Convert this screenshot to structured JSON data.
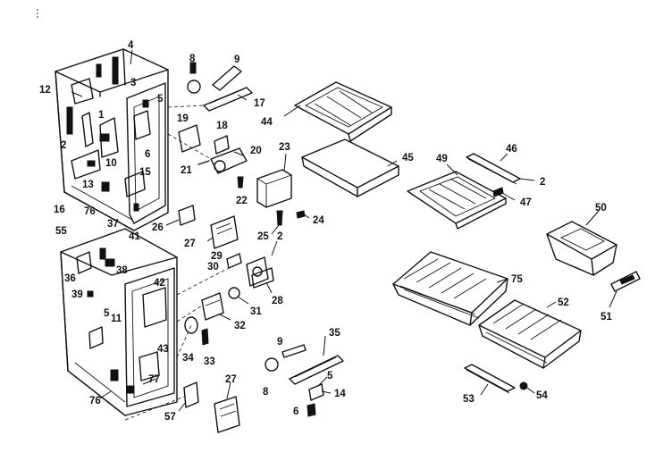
{
  "diagram": {
    "callouts": [
      {
        "id": "c4",
        "text": "4"
      },
      {
        "id": "c8a",
        "text": "8"
      },
      {
        "id": "c9a",
        "text": "9"
      },
      {
        "id": "c12",
        "text": "12"
      },
      {
        "id": "c3",
        "text": "3"
      },
      {
        "id": "c1",
        "text": "1"
      },
      {
        "id": "c5a",
        "text": "5"
      },
      {
        "id": "c2a",
        "text": "2"
      },
      {
        "id": "c6a",
        "text": "6"
      },
      {
        "id": "c10",
        "text": "10"
      },
      {
        "id": "c13",
        "text": "13"
      },
      {
        "id": "c15",
        "text": "15"
      },
      {
        "id": "c16",
        "text": "16"
      },
      {
        "id": "c76a",
        "text": "76"
      },
      {
        "id": "c17",
        "text": "17"
      },
      {
        "id": "c44",
        "text": "44"
      },
      {
        "id": "c19",
        "text": "19"
      },
      {
        "id": "c18",
        "text": "18"
      },
      {
        "id": "c20",
        "text": "20"
      },
      {
        "id": "c21",
        "text": "21"
      },
      {
        "id": "c22",
        "text": "22"
      },
      {
        "id": "c23",
        "text": "23"
      },
      {
        "id": "c45",
        "text": "45"
      },
      {
        "id": "c49",
        "text": "49"
      },
      {
        "id": "c46",
        "text": "46"
      },
      {
        "id": "c2b",
        "text": "2"
      },
      {
        "id": "c47",
        "text": "47"
      },
      {
        "id": "c24",
        "text": "24"
      },
      {
        "id": "c26",
        "text": "26"
      },
      {
        "id": "c27a",
        "text": "27"
      },
      {
        "id": "c25",
        "text": "25"
      },
      {
        "id": "c2c",
        "text": "2"
      },
      {
        "id": "c37",
        "text": "37"
      },
      {
        "id": "c55",
        "text": "55"
      },
      {
        "id": "c41",
        "text": "41"
      },
      {
        "id": "c36",
        "text": "36"
      },
      {
        "id": "c38",
        "text": "38"
      },
      {
        "id": "c39",
        "text": "39"
      },
      {
        "id": "c5b",
        "text": "5"
      },
      {
        "id": "c42",
        "text": "42"
      },
      {
        "id": "c11",
        "text": "11"
      },
      {
        "id": "c43",
        "text": "43"
      },
      {
        "id": "c29",
        "text": "29"
      },
      {
        "id": "c30",
        "text": "30"
      },
      {
        "id": "c28",
        "text": "28"
      },
      {
        "id": "c31",
        "text": "31"
      },
      {
        "id": "c32",
        "text": "32"
      },
      {
        "id": "c34",
        "text": "34"
      },
      {
        "id": "c33",
        "text": "33"
      },
      {
        "id": "c50",
        "text": "50"
      },
      {
        "id": "c75",
        "text": "75"
      },
      {
        "id": "c52",
        "text": "52"
      },
      {
        "id": "c51",
        "text": "51"
      },
      {
        "id": "c9b",
        "text": "9"
      },
      {
        "id": "c35",
        "text": "35"
      },
      {
        "id": "c5c",
        "text": "5"
      },
      {
        "id": "c14",
        "text": "14"
      },
      {
        "id": "c8b",
        "text": "8"
      },
      {
        "id": "c6b",
        "text": "6"
      },
      {
        "id": "c77",
        "text": "77"
      },
      {
        "id": "c76b",
        "text": "76"
      },
      {
        "id": "c57",
        "text": "57"
      },
      {
        "id": "c27b",
        "text": "27"
      },
      {
        "id": "c53",
        "text": "53"
      },
      {
        "id": "c54",
        "text": "54"
      }
    ]
  }
}
